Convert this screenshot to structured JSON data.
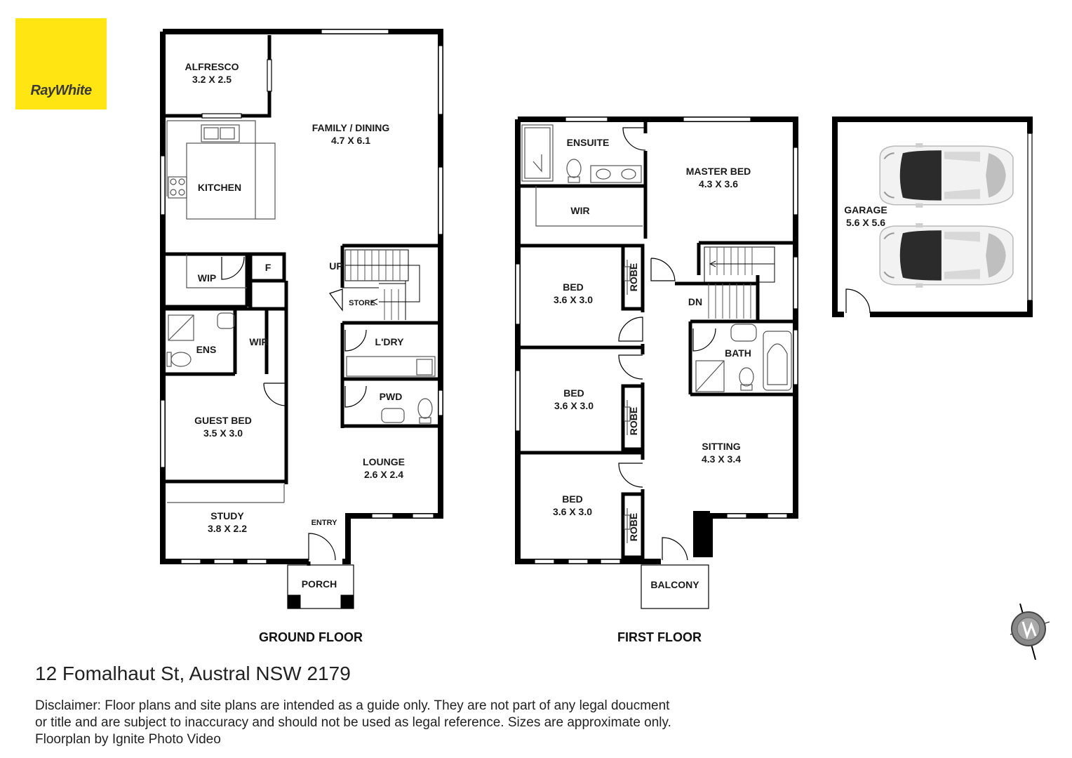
{
  "brand": {
    "name": "RayWhite",
    "color": "#ffe512"
  },
  "floors": {
    "ground": {
      "title": "GROUND FLOOR"
    },
    "first": {
      "title": "FIRST FLOOR"
    }
  },
  "rooms": {
    "alfresco": {
      "name": "ALFRESCO",
      "size": "3.2 X 2.5"
    },
    "family_dining": {
      "name": "FAMILY / DINING",
      "size": "4.7 X 6.1"
    },
    "kitchen": {
      "name": "KITCHEN"
    },
    "wip": {
      "name": "WIP"
    },
    "fridge": {
      "name": "F"
    },
    "ens": {
      "name": "ENS"
    },
    "wir_ground": {
      "name": "WIR"
    },
    "up": {
      "name": "UP"
    },
    "store": {
      "name": "STORE"
    },
    "laundry": {
      "name": "L'DRY"
    },
    "pwd": {
      "name": "PWD"
    },
    "guest_bed": {
      "name": "GUEST BED",
      "size": "3.5 X 3.0"
    },
    "lounge": {
      "name": "LOUNGE",
      "size": "2.6 X 2.4"
    },
    "study": {
      "name": "STUDY",
      "size": "3.8 X 2.2"
    },
    "entry": {
      "name": "ENTRY"
    },
    "porch": {
      "name": "PORCH"
    },
    "ensuite": {
      "name": "ENSUITE"
    },
    "master_bed": {
      "name": "MASTER BED",
      "size": "4.3 X 3.6"
    },
    "wir_first": {
      "name": "WIR"
    },
    "bed1": {
      "name": "BED",
      "size": "3.6 X 3.0"
    },
    "bed2": {
      "name": "BED",
      "size": "3.6 X 3.0"
    },
    "bed3": {
      "name": "BED",
      "size": "3.6 X 3.0"
    },
    "robe": {
      "name": "ROBE"
    },
    "dn": {
      "name": "DN"
    },
    "bath": {
      "name": "BATH"
    },
    "sitting": {
      "name": "SITTING",
      "size": "4.3 X 3.4"
    },
    "balcony": {
      "name": "BALCONY"
    },
    "garage": {
      "name": "GARAGE",
      "size": "5.6 X 5.6"
    }
  },
  "address": "12 Fomalhaut St, Austral NSW 2179",
  "disclaimer": {
    "line1": "Disclaimer: Floor plans and site plans are intended as a guide only. They are not part of any legal doucment",
    "line2": "or title and are subject to inaccuracy and should not be used as legal reference. Sizes are approximate only.",
    "line3": "Floorplan by Ignite Photo Video"
  },
  "icons": {
    "compass": "compass-icon",
    "car": "car-icon"
  }
}
